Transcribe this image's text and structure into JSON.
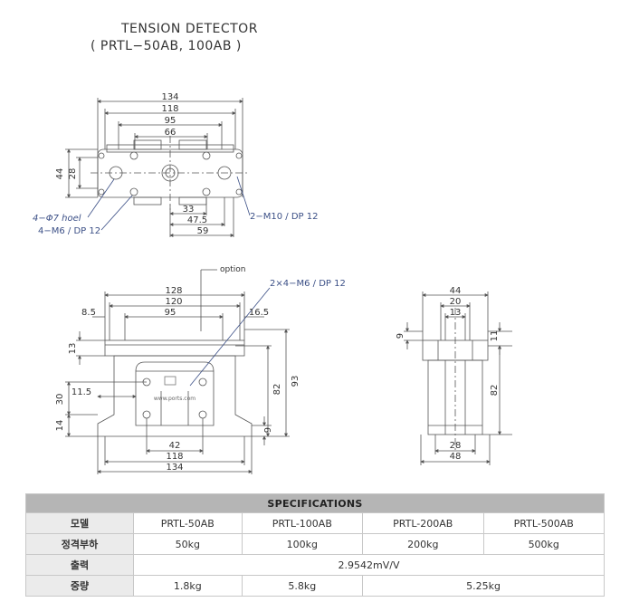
{
  "title": "TENSION DETECTOR",
  "subtitle": "( PRTL−50AB, 100AB )",
  "top_view": {
    "dims": [
      "134",
      "118",
      "95",
      "66",
      "44",
      "28",
      "33",
      "47.5",
      "59"
    ],
    "notes": [
      "4−Φ7 hoel",
      "4−M6 / DP 12",
      "2−M10 / DP 12"
    ]
  },
  "front_view": {
    "dims": [
      "128",
      "120",
      "95",
      "8.5",
      "16.5",
      "13",
      "30",
      "11.5",
      "14",
      "82",
      "93",
      "9",
      "42",
      "118",
      "134"
    ],
    "notes": [
      "option",
      "2×4−M6 / DP 12"
    ],
    "brand": "www.ports.com"
  },
  "side_view": {
    "dims": [
      "44",
      "20",
      "13",
      "9",
      "11",
      "82",
      "28",
      "48"
    ]
  },
  "spec": {
    "header": "SPECIFICATIONS",
    "rows": [
      {
        "label": "모델",
        "cells": [
          "PRTL-50AB",
          "PRTL-100AB",
          "PRTL-200AB",
          "PRTL-500AB"
        ]
      },
      {
        "label": "정격부하",
        "cells": [
          "50kg",
          "100kg",
          "200kg",
          "500kg"
        ]
      },
      {
        "label": "출력",
        "cells": [
          "2.9542mV/V"
        ]
      },
      {
        "label": "중량",
        "cells": [
          "1.8kg",
          "5.8kg",
          "5.25kg"
        ]
      }
    ]
  },
  "colors": {
    "line": "#555555",
    "note": "#3b4f86",
    "header_bg": "#b5b5b5",
    "label_bg": "#ebebeb"
  }
}
